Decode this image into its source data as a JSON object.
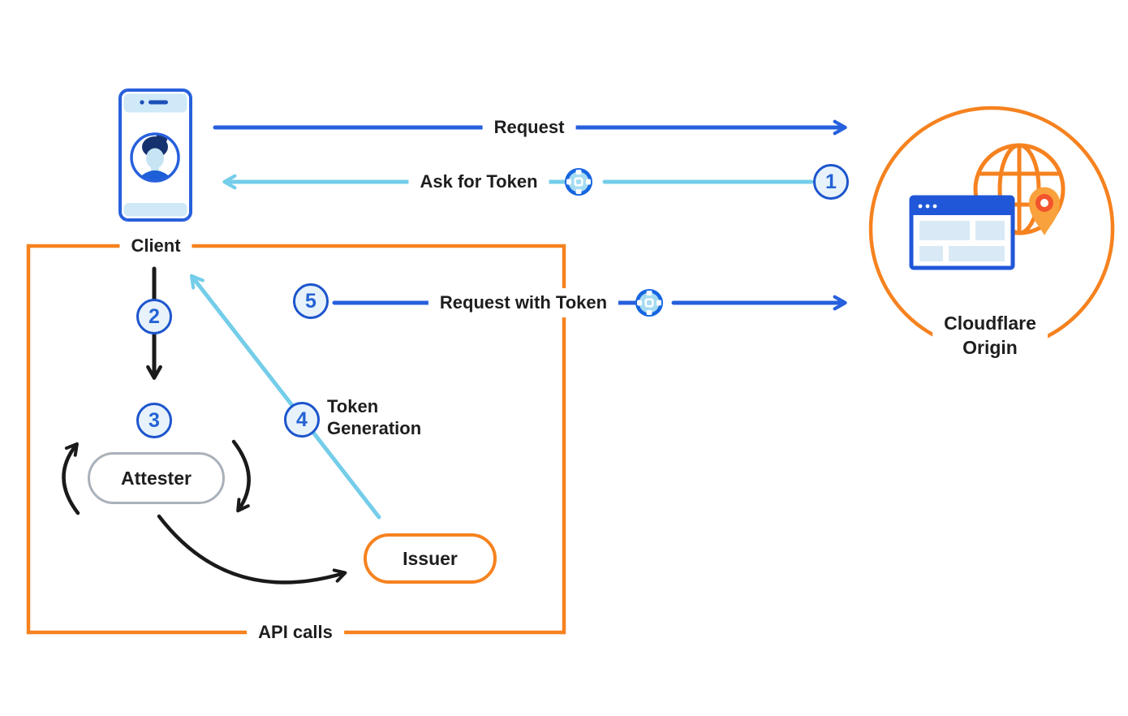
{
  "nodes": {
    "client": {
      "label": "Client"
    },
    "attester": {
      "label": "Attester"
    },
    "issuer": {
      "label": "Issuer"
    },
    "cloudflare_origin": {
      "label_line1": "Cloudflare",
      "label_line2": "Origin"
    }
  },
  "flows": {
    "request": {
      "label": "Request"
    },
    "ask_for_token": {
      "label": "Ask for Token",
      "step": "1"
    },
    "client_to_attester": {
      "step": "2"
    },
    "attestation": {
      "step": "3"
    },
    "token_generation": {
      "step": "4",
      "label_line1": "Token",
      "label_line2": "Generation"
    },
    "request_with_token": {
      "label": "Request with Token",
      "step": "5"
    }
  },
  "boundary": {
    "label": "API calls"
  },
  "colors": {
    "orange": "#F6821F",
    "blue": "#2760DD",
    "light_blue": "#74CDE9",
    "black": "#1A1A1A",
    "badge_border": "#1C55CC",
    "badge_fill": "#E7F2FB",
    "badge_text": "#2563D4",
    "attester_border": "#A9B1B9",
    "token_ring": "#1766E0",
    "token_fill": "#A6DCF2",
    "phone_band": "#CFE9F8",
    "browser_blue": "#2057D8",
    "browser_block": "#D9EAF6",
    "pin_fill": "#F9A13C",
    "pin_ring": "#F2542D"
  }
}
